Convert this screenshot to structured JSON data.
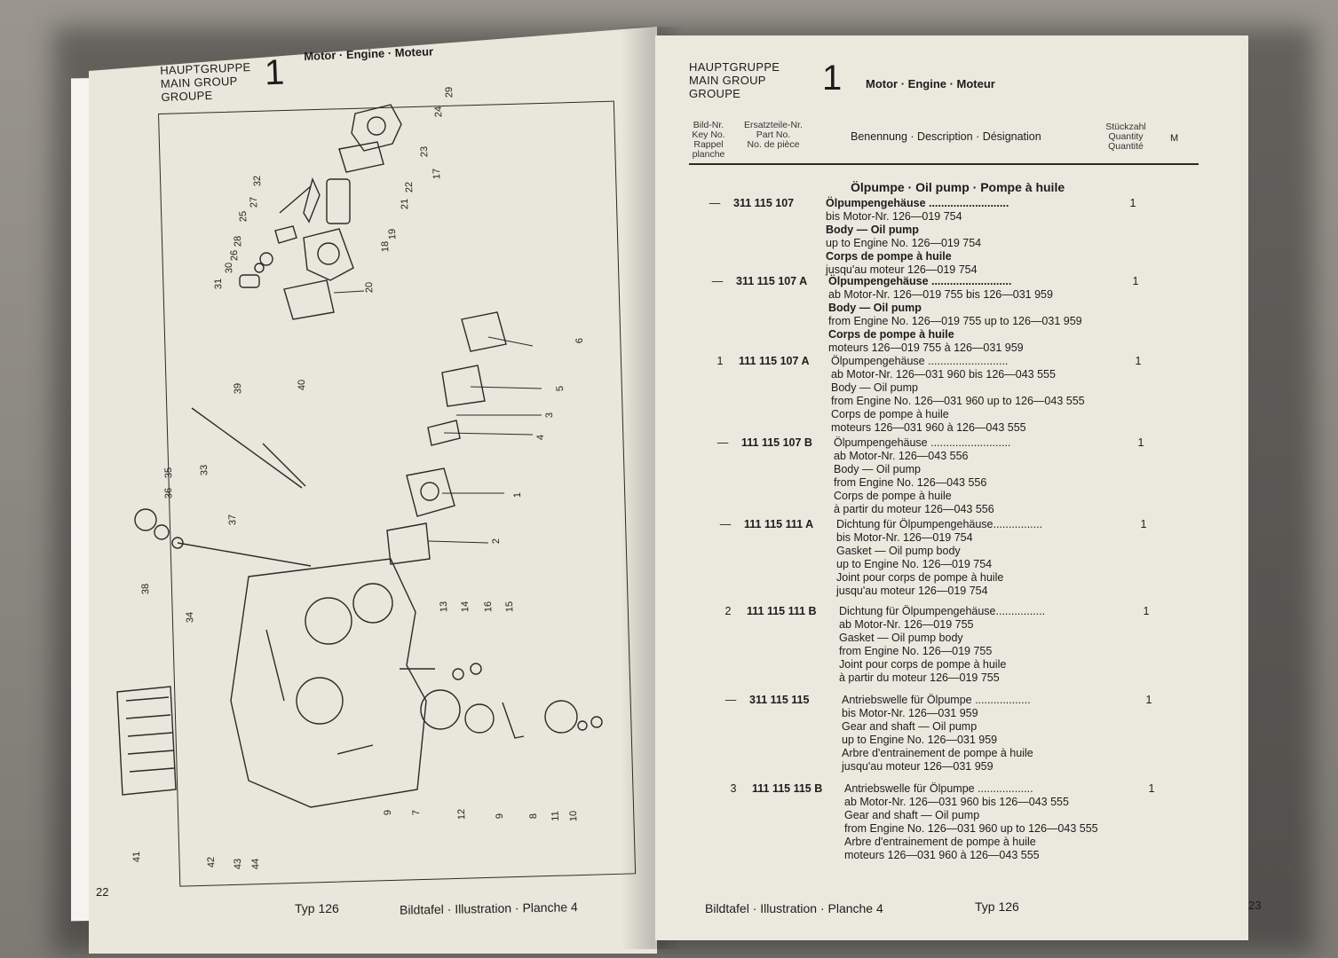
{
  "left_page": {
    "header": {
      "group_de": "HAUPTGRUPPE",
      "group_en": "MAIN GROUP",
      "group_fr": "GROUPE",
      "group_number": "1",
      "title": "Motor · Engine · Moteur"
    },
    "callouts": [
      "29",
      "24",
      "23",
      "17",
      "32",
      "22",
      "21",
      "25",
      "27",
      "28",
      "19",
      "18",
      "31",
      "30",
      "26",
      "20",
      "6",
      "39",
      "40",
      "5",
      "3",
      "4",
      "35",
      "36",
      "33",
      "1",
      "37",
      "2",
      "38",
      "34",
      "13",
      "14",
      "16",
      "15",
      "9",
      "7",
      "12",
      "9",
      "8",
      "11",
      "10",
      "41",
      "42",
      "43",
      "44"
    ],
    "footer": {
      "page_number": "22",
      "type": "Typ 126",
      "plate": "Bildtafel · Illustration · Planche 4"
    }
  },
  "right_page": {
    "header": {
      "group_de": "HAUPTGRUPPE",
      "group_en": "MAIN GROUP",
      "group_fr": "GROUPE",
      "group_number": "1",
      "title": "Motor · Engine · Moteur"
    },
    "columns": {
      "key": [
        "Bild-Nr.",
        "Key No.",
        "Rappel",
        "planche"
      ],
      "part": [
        "Ersatzteile-Nr.",
        "Part No.",
        "No. de pièce"
      ],
      "description": "Benennung · Description · Désignation",
      "quantity": [
        "Stückzahl",
        "Quantity",
        "Quantité"
      ],
      "m": "M"
    },
    "section_title": "Ölpumpe · Oil pump · Pompe à huile",
    "entries": [
      {
        "key": "—",
        "part": "311 115 107",
        "qty": "1",
        "lines": [
          "Ölpumpengehäuse ..........................",
          "bis Motor-Nr. 126—019 754",
          "Body — Oil pump",
          "up to Engine No. 126—019 754",
          "Corps de pompe à huile",
          "jusqu'au moteur 126—019 754"
        ]
      },
      {
        "key": "—",
        "part": "311 115 107 A",
        "qty": "1",
        "lines": [
          "Ölpumpengehäuse ..........................",
          "ab Motor-Nr. 126—019 755 bis 126—031 959",
          "Body — Oil pump",
          "from Engine No. 126—019 755 up to 126—031 959",
          "Corps de pompe à huile",
          "moteurs 126—019 755 à 126—031 959"
        ]
      },
      {
        "key": "1",
        "part": "111 115 107 A",
        "qty": "1",
        "lines": [
          "Ölpumpengehäuse ..........................",
          "ab Motor-Nr. 126—031 960 bis 126—043 555",
          "Body — Oil pump",
          "from Engine No. 126—031 960 up to 126—043 555",
          "Corps de pompe à huile",
          "moteurs 126—031 960 à 126—043 555"
        ]
      },
      {
        "key": "—",
        "part": "111 115 107 B",
        "qty": "1",
        "lines": [
          "Ölpumpengehäuse ..........................",
          "ab Motor-Nr. 126—043 556",
          "Body — Oil pump",
          "from Engine No. 126—043 556",
          "Corps de pompe à huile",
          "à partir du moteur 126—043 556"
        ]
      },
      {
        "key": "—",
        "part": "111 115 111 A",
        "qty": "1",
        "lines": [
          "Dichtung für Ölpumpengehäuse................",
          "bis Motor-Nr. 126—019 754",
          "Gasket — Oil pump body",
          "up to Engine No. 126—019 754",
          "Joint pour corps de pompe à huile",
          "jusqu'au moteur 126—019 754"
        ]
      },
      {
        "key": "2",
        "part": "111 115 111 B",
        "qty": "1",
        "lines": [
          "Dichtung für Ölpumpengehäuse................",
          "ab Motor-Nr. 126—019 755",
          "Gasket — Oil pump body",
          "from Engine No. 126—019 755",
          "Joint pour corps de pompe à huile",
          "à partir du moteur 126—019 755"
        ]
      },
      {
        "key": "—",
        "part": "311 115 115",
        "qty": "1",
        "lines": [
          "Antriebswelle für Ölpumpe ..................",
          "bis Motor-Nr. 126—031 959",
          "Gear and shaft — Oil pump",
          "up to Engine No. 126—031 959",
          "Arbre d'entrainement de pompe à huile",
          "jusqu'au moteur 126—031 959"
        ]
      },
      {
        "key": "3",
        "part": "111 115 115 B",
        "qty": "1",
        "lines": [
          "Antriebswelle für Ölpumpe ..................",
          "ab Motor-Nr. 126—031 960 bis 126—043 555",
          "Gear and shaft — Oil pump",
          "from Engine No. 126—031 960 up to 126—043 555",
          "Arbre d'entrainement de pompe à huile",
          "moteurs 126—031 960 à 126—043 555"
        ]
      }
    ],
    "footer": {
      "plate": "Bildtafel · Illustration · Planche 4",
      "type": "Typ 126",
      "page_number": "23"
    }
  }
}
